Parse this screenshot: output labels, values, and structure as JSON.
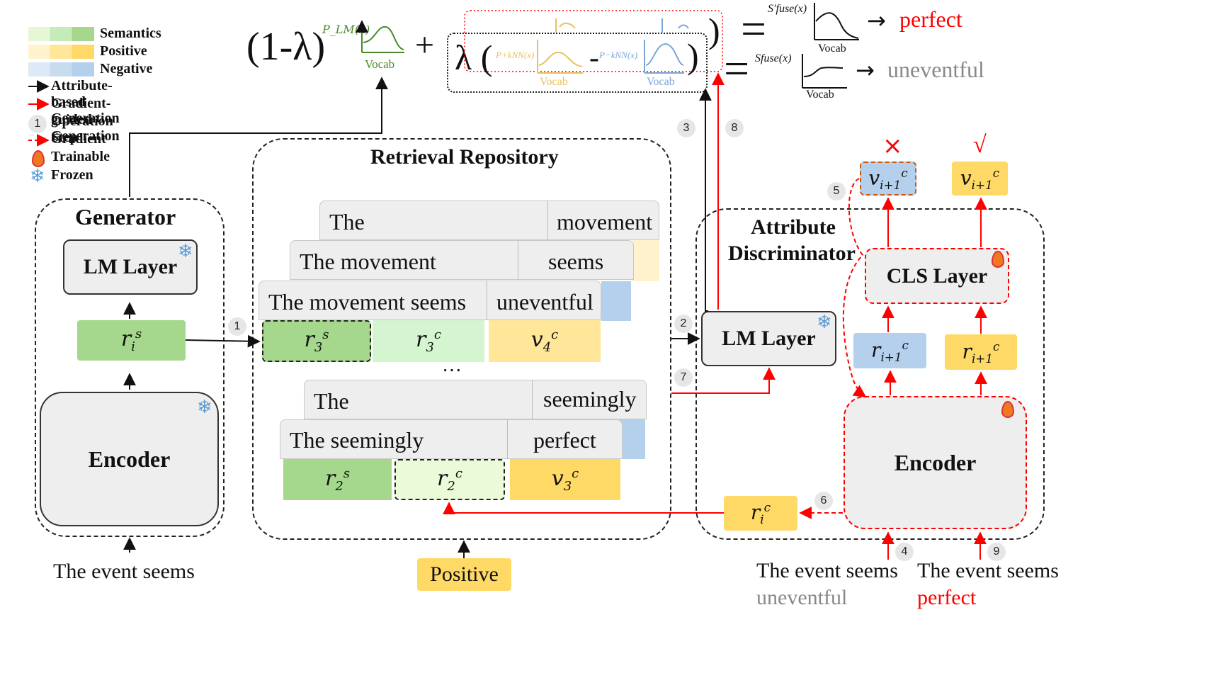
{
  "legend": {
    "semantics": "Semantics",
    "positive": "Positive",
    "negative": "Negative",
    "attr_gen": "Attribute-based Generation",
    "grad_gen": "Gradient-guided Generation",
    "op_step": "Operation Step",
    "op_step_num": "1",
    "gradient": "Gradient",
    "trainable": "Trainable",
    "frozen": "Frozen"
  },
  "colors": {
    "semantics_dark": "#a5d88c",
    "semantics_light": "#d4f5cf",
    "positive": "#ffd966",
    "positive_light": "#fff2cc",
    "negative": "#b4d0ec",
    "red": "#ff0000"
  },
  "formula": {
    "one_minus_lambda": "(1-λ)",
    "plm_label": "P_LM(x)",
    "plus": "+",
    "lambda_open": "λ (",
    "minus": "-",
    "close": ")",
    "pknn_pos": "P+kNN(x)",
    "pknn_neg": "P−kNN(x)",
    "vocab": "Vocab",
    "equals": "=",
    "sfuse_top": "S′fuse(x)",
    "sfuse_bottom": "Sfuse(x)",
    "word_perfect": "perfect",
    "word_uneventful": "uneventful",
    "arrow": "→"
  },
  "generator": {
    "title": "Generator",
    "lm_layer": "LM Layer",
    "encoder": "Encoder",
    "input": "The event seems"
  },
  "repository": {
    "title": "Retrieval Repository",
    "stack1": {
      "row1_left": "The",
      "row1_right": "movement",
      "row2_left": "The movement",
      "row2_right": "seems",
      "row3_left": "The movement seems",
      "row3_right": "uneventful"
    },
    "ellipsis": "…",
    "stack2": {
      "row1_left": "The",
      "row1_right": "seemingly",
      "row2_left": "The seemingly",
      "row2_right": "perfect"
    },
    "positive_label": "Positive"
  },
  "discriminator": {
    "title_line1": "Attribute",
    "title_line2": "Discriminator",
    "lm_layer": "LM Layer",
    "cls_layer": "CLS Layer",
    "encoder": "Encoder",
    "cross": "×",
    "check": "√",
    "input_left_line1": "The event seems",
    "input_left_line2": "uneventful",
    "input_right_line1": "The event seems",
    "input_right_line2": "perfect"
  },
  "steps": {
    "s1": "1",
    "s2": "2",
    "s3": "3",
    "s4": "4",
    "s5": "5",
    "s6": "6",
    "s7": "7",
    "s8": "8",
    "s9": "9"
  }
}
